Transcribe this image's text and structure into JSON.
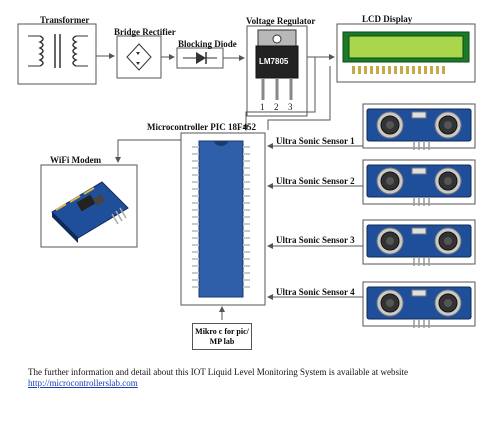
{
  "blocks": {
    "transformer": "Transformer",
    "bridge": "Bridge Rectifier",
    "diode": "Blocking Diode",
    "regulator": "Voltage Regulator",
    "regulator_chip": "LM7805",
    "pins": [
      "1",
      "2",
      "3"
    ],
    "lcd": "LCD Display",
    "mcu": "Microcontroller PIC 18F452",
    "wifi": "WiFi Modem",
    "sensors": [
      "Ultra Sonic Sensor 1",
      "Ultra Sonic Sensor 2",
      "Ultra Sonic Sensor 3",
      "Ultra Sonic Sensor 4"
    ],
    "mikro_line1": "Mikro c for pic/",
    "mikro_line2": "MP lab"
  },
  "caption": {
    "text": "The further information and detail about this IOT Liquid Level Monitoring System is available at website",
    "link": "http://microcontrollerslab.com"
  },
  "colors": {
    "pcb_blue": "#1f4f9a",
    "lcd_green": "#a9d64a",
    "chip_blue": "#2f5fa8",
    "arrow": "#555555"
  }
}
